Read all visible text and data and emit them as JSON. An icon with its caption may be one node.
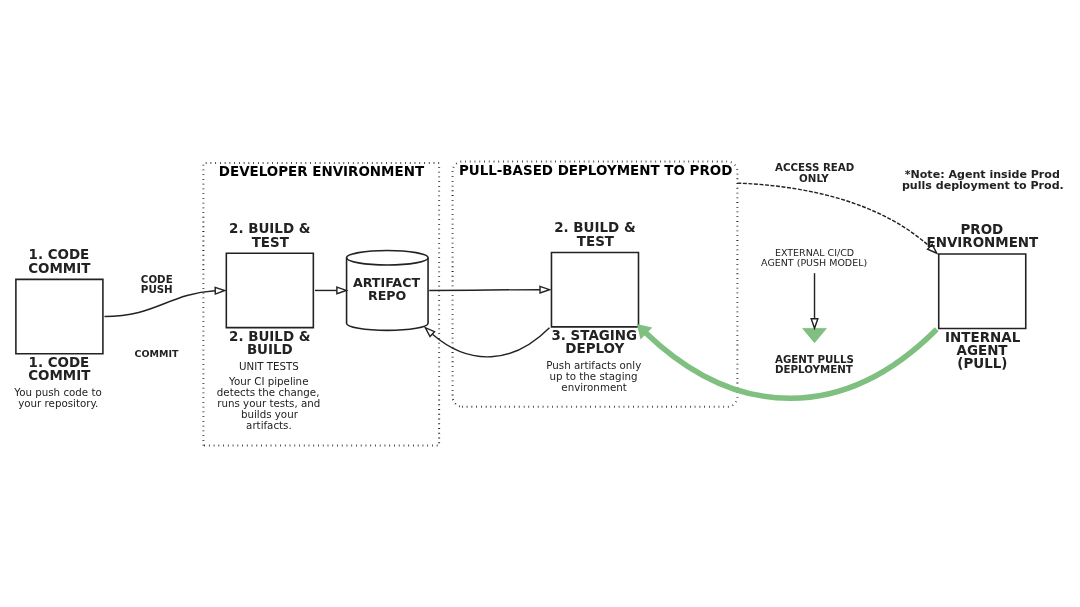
{
  "diagram": {
    "nodes": [
      {
        "text": [
          "DEVELOPER ENVIRONMENT"
        ]
      },
      {
        "text": [
          "PULL-BASED DEPLOYMENT TO PROD"
        ]
      },
      {
        "text": [
          "1. CODE COMMIT"
        ],
        "beside": [
          "1. CODE COMMIT",
          "You push code to your repository."
        ]
      },
      {
        "text": [
          "2. BUILD & TEST"
        ],
        "in": 0,
        "beside": [
          "2. BUILD & BUILD",
          "UNIT TESTS",
          "Your CI pipeline detects the change, runs your tests, and builds your artifacts."
        ]
      },
      {
        "text": [
          "ARTIFACT REPO"
        ],
        "in": 0
      },
      {
        "text": [
          "2. BUILD & TEST"
        ],
        "in": 1,
        "beside": [
          "3. STAGING DEPLOY",
          "Push artifacts only up to the staging environment"
        ]
      },
      {
        "text": [
          "EXTERNAL CI/CD AGENT (PUSH MODEL)"
        ]
      },
      {
        "text": [],
        "shape": "check"
      },
      {
        "text": [
          "PROD ENVIRONMENT"
        ],
        "beside": [
          "INTERNAL AGENT (PULL)"
        ]
      }
    ],
    "edges": [
      {
        "from": 2,
        "to": 3,
        "arrow": "to",
        "label": "CODE PUSH"
      },
      {
        "from": 3,
        "to": 4,
        "arrow": "to"
      },
      {
        "from": 4,
        "to": 5,
        "arrow": "to"
      },
      {
        "from": 5,
        "to": 4,
        "arrow": "to"
      },
      {
        "from": 6,
        "to": 7,
        "arrow": "to"
      },
      {
        "from": 1,
        "to": 8,
        "arrow": "to",
        "label": "ACCESS READ ONLY",
        "style": "dashed"
      },
      {
        "from": 8,
        "to": 5,
        "arrow": "to",
        "label": "AGENT PULLS DEPLOYMENT",
        "style": "thick",
        "color": "#7fbf7f"
      }
    ],
    "labels": [
      "*Note: Agent inside Prod pulls deployment to Prod.",
      "COMMIT"
    ]
  }
}
